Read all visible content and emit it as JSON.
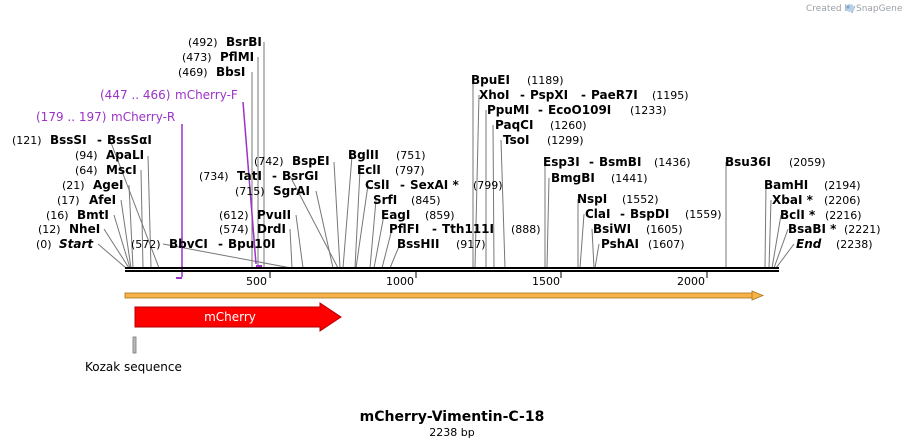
{
  "creator": "Created by",
  "brand": "SnapGene",
  "title": "mCherry-Vimentin-C-18",
  "length_label": "2238 bp",
  "ticks": [
    "500",
    "1000",
    "1500",
    "2000"
  ],
  "sequence_length": 2238,
  "features": {
    "mcherry": {
      "label": "mCherry",
      "color": "#ff0000"
    },
    "kozak": {
      "label": "Kozak sequence"
    },
    "orange_color": "#f7b24a"
  },
  "primers": [
    {
      "id": "mcherry-f",
      "range": "(447 .. 466)",
      "name": "mCherry-F"
    },
    {
      "id": "mcherry-r",
      "range": "(179 .. 197)",
      "name": "mCherry-R"
    }
  ],
  "left_sites": [
    {
      "pos": "(492)",
      "name": "BsrBI"
    },
    {
      "pos": "(473)",
      "name": "PflMI"
    },
    {
      "pos": "(469)",
      "name": "BbsI"
    },
    {
      "pos": "(121)",
      "name": "BssSI",
      "extra": "BssSαI"
    },
    {
      "pos": "(94)",
      "name": "ApaLI"
    },
    {
      "pos": "(64)",
      "name": "MscI"
    },
    {
      "pos": "(21)",
      "name": "AgeI"
    },
    {
      "pos": "(17)",
      "name": "AfeI"
    },
    {
      "pos": "(16)",
      "name": "BmtI"
    },
    {
      "pos": "(12)",
      "name": "NheI"
    },
    {
      "pos": "(0)",
      "name": "Start"
    }
  ],
  "mid_sites": [
    {
      "pos": "(742)",
      "name": "BspEI"
    },
    {
      "pos": "(734)",
      "name": "TatI",
      "extra": "BsrGI"
    },
    {
      "pos": "(715)",
      "name": "SgrAI"
    },
    {
      "pos": "(612)",
      "name": "PvuII"
    },
    {
      "pos": "(574)",
      "name": "DrdI"
    },
    {
      "pos": "(572)",
      "name": "BbvCI",
      "extra": "Bpu10I"
    },
    {
      "pos": "(751)",
      "name": "BglII"
    },
    {
      "pos": "(797)",
      "name": "EclI"
    },
    {
      "pos": "(799)",
      "name": "CslI",
      "extra": "SexAI *"
    },
    {
      "pos": "(845)",
      "name": "SrfI"
    },
    {
      "pos": "(859)",
      "name": "EagI"
    },
    {
      "pos": "(888)",
      "name": "PflFI",
      "extra": "Tth111I"
    },
    {
      "pos": "(917)",
      "name": "BssHII"
    }
  ],
  "right_sites": [
    {
      "pos": "(1189)",
      "name": "BpuEI"
    },
    {
      "pos": "(1195)",
      "name": "XhoI",
      "extra": "PspXI",
      "extra2": "PaeR7I"
    },
    {
      "pos": "(1233)",
      "name": "PpuMI",
      "extra": "EcoO109I"
    },
    {
      "pos": "(1260)",
      "name": "PaqCI"
    },
    {
      "pos": "(1299)",
      "name": "TsoI"
    },
    {
      "pos": "(1436)",
      "name": "Esp3I",
      "extra": "BsmBI"
    },
    {
      "pos": "(1441)",
      "name": "BmgBI"
    },
    {
      "pos": "(1552)",
      "name": "NspI"
    },
    {
      "pos": "(1559)",
      "name": "ClaI",
      "extra": "BspDI"
    },
    {
      "pos": "(1605)",
      "name": "BsiWI"
    },
    {
      "pos": "(1607)",
      "name": "PshAI"
    },
    {
      "pos": "(2059)",
      "name": "Bsu36I"
    },
    {
      "pos": "(2194)",
      "name": "BamHI"
    },
    {
      "pos": "(2206)",
      "name": "XbaI *"
    },
    {
      "pos": "(2216)",
      "name": "BclI *"
    },
    {
      "pos": "(2221)",
      "name": "BsaBI *"
    },
    {
      "pos": "(2238)",
      "name": "End"
    }
  ]
}
